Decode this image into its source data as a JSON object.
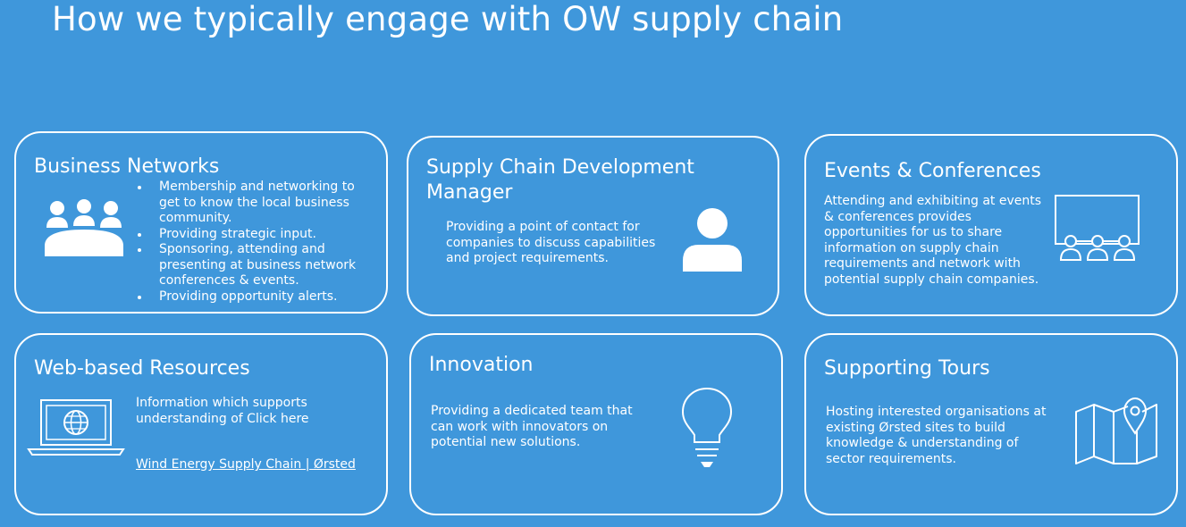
{
  "page_title": "How we typically engage with OW supply chain",
  "cards": {
    "business_networks": {
      "title": "Business Networks",
      "bullets": [
        "Membership and networking to get to know the local business community.",
        "Providing strategic input.",
        "Sponsoring, attending and presenting at business network conferences & events.",
        "Providing opportunity alerts."
      ],
      "icon": "group-icon"
    },
    "supply_chain_manager": {
      "title_line1": "Supply Chain Development",
      "title_line2": "Manager",
      "text": "Providing a point of contact for companies to discuss capabilities and project requirements.",
      "icon": "person-icon"
    },
    "events_conferences": {
      "title": "Events & Conferences",
      "text": "Attending and exhibiting at events & conferences provides opportunities for us to share information on supply chain requirements and network with potential supply chain companies.",
      "icon": "presentation-icon"
    },
    "web_resources": {
      "title": "Web-based Resources",
      "text": "Information which supports understanding of Click here",
      "link": "Wind Energy Supply Chain | Ørsted",
      "icon": "laptop-globe-icon"
    },
    "innovation": {
      "title": "Innovation",
      "text": "Providing a dedicated team that can work with innovators on potential new solutions.",
      "icon": "lightbulb-icon"
    },
    "supporting_tours": {
      "title": "Supporting Tours",
      "text": "Hosting interested organisations at existing Ørsted sites to build knowledge & understanding of sector requirements.",
      "icon": "map-pin-icon"
    }
  }
}
